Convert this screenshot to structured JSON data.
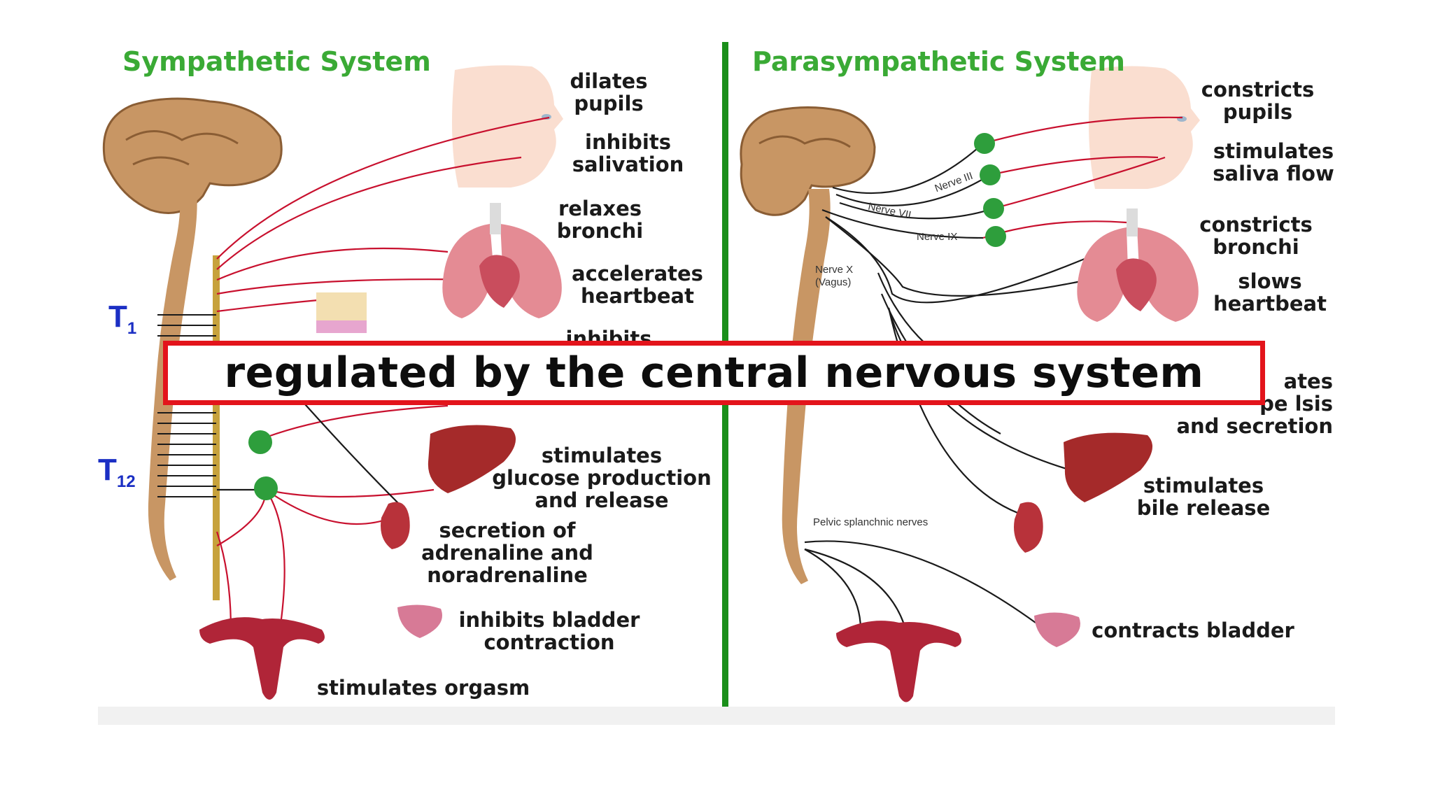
{
  "sympathetic": {
    "title": "Sympathetic System",
    "labels": {
      "pupils": "dilates\npupils",
      "salivation": "inhibits\nsalivation",
      "bronchi": "relaxes\nbronchi",
      "heartbeat": "accelerates\nheartbeat",
      "inhibits_partial": "inhibits",
      "glucose": "stimulates\nglucose production\nand release",
      "adrenaline": "secretion of\nadrenaline and\nnoradrenaline",
      "bladder": "inhibits bladder\ncontraction",
      "orgasm": "stimulates orgasm"
    },
    "spine_markers": {
      "t1": "T",
      "t1_sub": "1",
      "t12": "T",
      "t12_sub": "12"
    }
  },
  "parasympathetic": {
    "title": "Parasympathetic System",
    "labels": {
      "pupils": "constricts\npupils",
      "saliva": "stimulates\nsaliva flow",
      "bronchi": "constricts\nbronchi",
      "heartbeat": "slows\nheartbeat",
      "peristalsis_partial": "ates\npe      lsis\nand secretion",
      "bile": "stimulates\nbile release",
      "bladder": "contracts bladder"
    },
    "nerves": {
      "nerve3": "Nerve III",
      "nerve7": "Nerve VII",
      "nerve9": "Nerve IX",
      "vagus": "Nerve X\n(Vagus)",
      "pelvic": "Pelvic splanchnic nerves"
    }
  },
  "caption": "regulated by the central nervous system",
  "colors": {
    "title_green": "#3aaa35",
    "divider_green": "#1a8f1a",
    "nerve_red": "#c8102e",
    "marker_blue": "#1b2fc4",
    "caption_border": "#e3141b",
    "ganglion_green": "#2e9e3c",
    "brain_tan": "#c89664",
    "organ_red": "#a52a2a"
  }
}
